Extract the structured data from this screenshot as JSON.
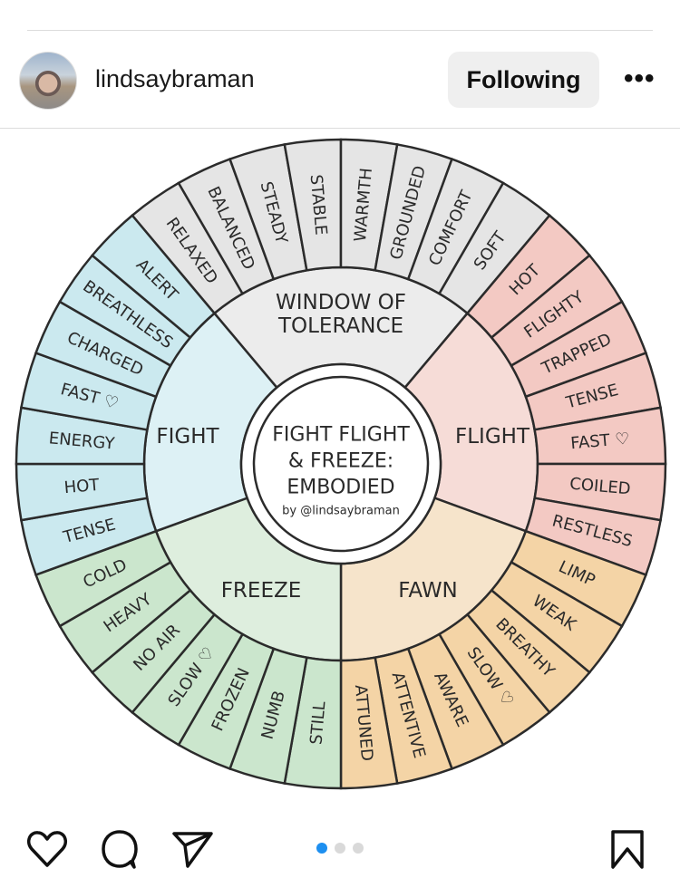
{
  "post": {
    "username": "lindsaybraman",
    "follow_label": "Following",
    "more_label": "•••",
    "carousel": {
      "count": 3,
      "active": 1
    }
  },
  "wheel": {
    "title_lines": [
      "FIGHT FLIGHT",
      "& FREEZE:",
      "EMBODIED"
    ],
    "byline": "by @lindsaybraman",
    "sections": [
      {
        "label_lines": [
          "WINDOW OF",
          "TOLERANCE"
        ],
        "outer_color": "#e5e5e5",
        "inner_color": "#ececec",
        "words": [
          "RELAXED",
          "BALANCED",
          "STEADY",
          "STABLE",
          "WARMTH",
          "GROUNDED",
          "COMFORT",
          "SOFT"
        ]
      },
      {
        "label_lines": [
          "FLIGHT"
        ],
        "outer_color": "#f3c9c3",
        "inner_color": "#f6dcd7",
        "words": [
          "HOT",
          "FLIGHTY",
          "TRAPPED",
          "TENSE",
          "FAST ♡",
          "COILED",
          "RESTLESS"
        ]
      },
      {
        "label_lines": [
          "FAWN"
        ],
        "outer_color": "#f4d4a6",
        "inner_color": "#f6e4cb",
        "words": [
          "LIMP",
          "WEAK",
          "BREATHY",
          "SLOW ♡",
          "AWARE",
          "ATTENTIVE",
          "ATTUNED"
        ]
      },
      {
        "label_lines": [
          "FREEZE"
        ],
        "outer_color": "#cbe6cd",
        "inner_color": "#deeede",
        "words": [
          "STILL",
          "NUMB",
          "FROZEN",
          "SLOW ♡",
          "NO AIR",
          "HEAVY",
          "COLD"
        ]
      },
      {
        "label_lines": [
          "FIGHT"
        ],
        "outer_color": "#cbe9ef",
        "inner_color": "#ddf1f5",
        "words": [
          "TENSE",
          "HOT",
          "ENERGY",
          "FAST ♡",
          "CHARGED",
          "BREATHLESS",
          "ALERT"
        ]
      }
    ]
  },
  "actions": {
    "like": "heart-icon",
    "comment": "comment-icon",
    "share": "send-icon",
    "save": "bookmark-icon",
    "accent_color": "#1d8ff0"
  }
}
